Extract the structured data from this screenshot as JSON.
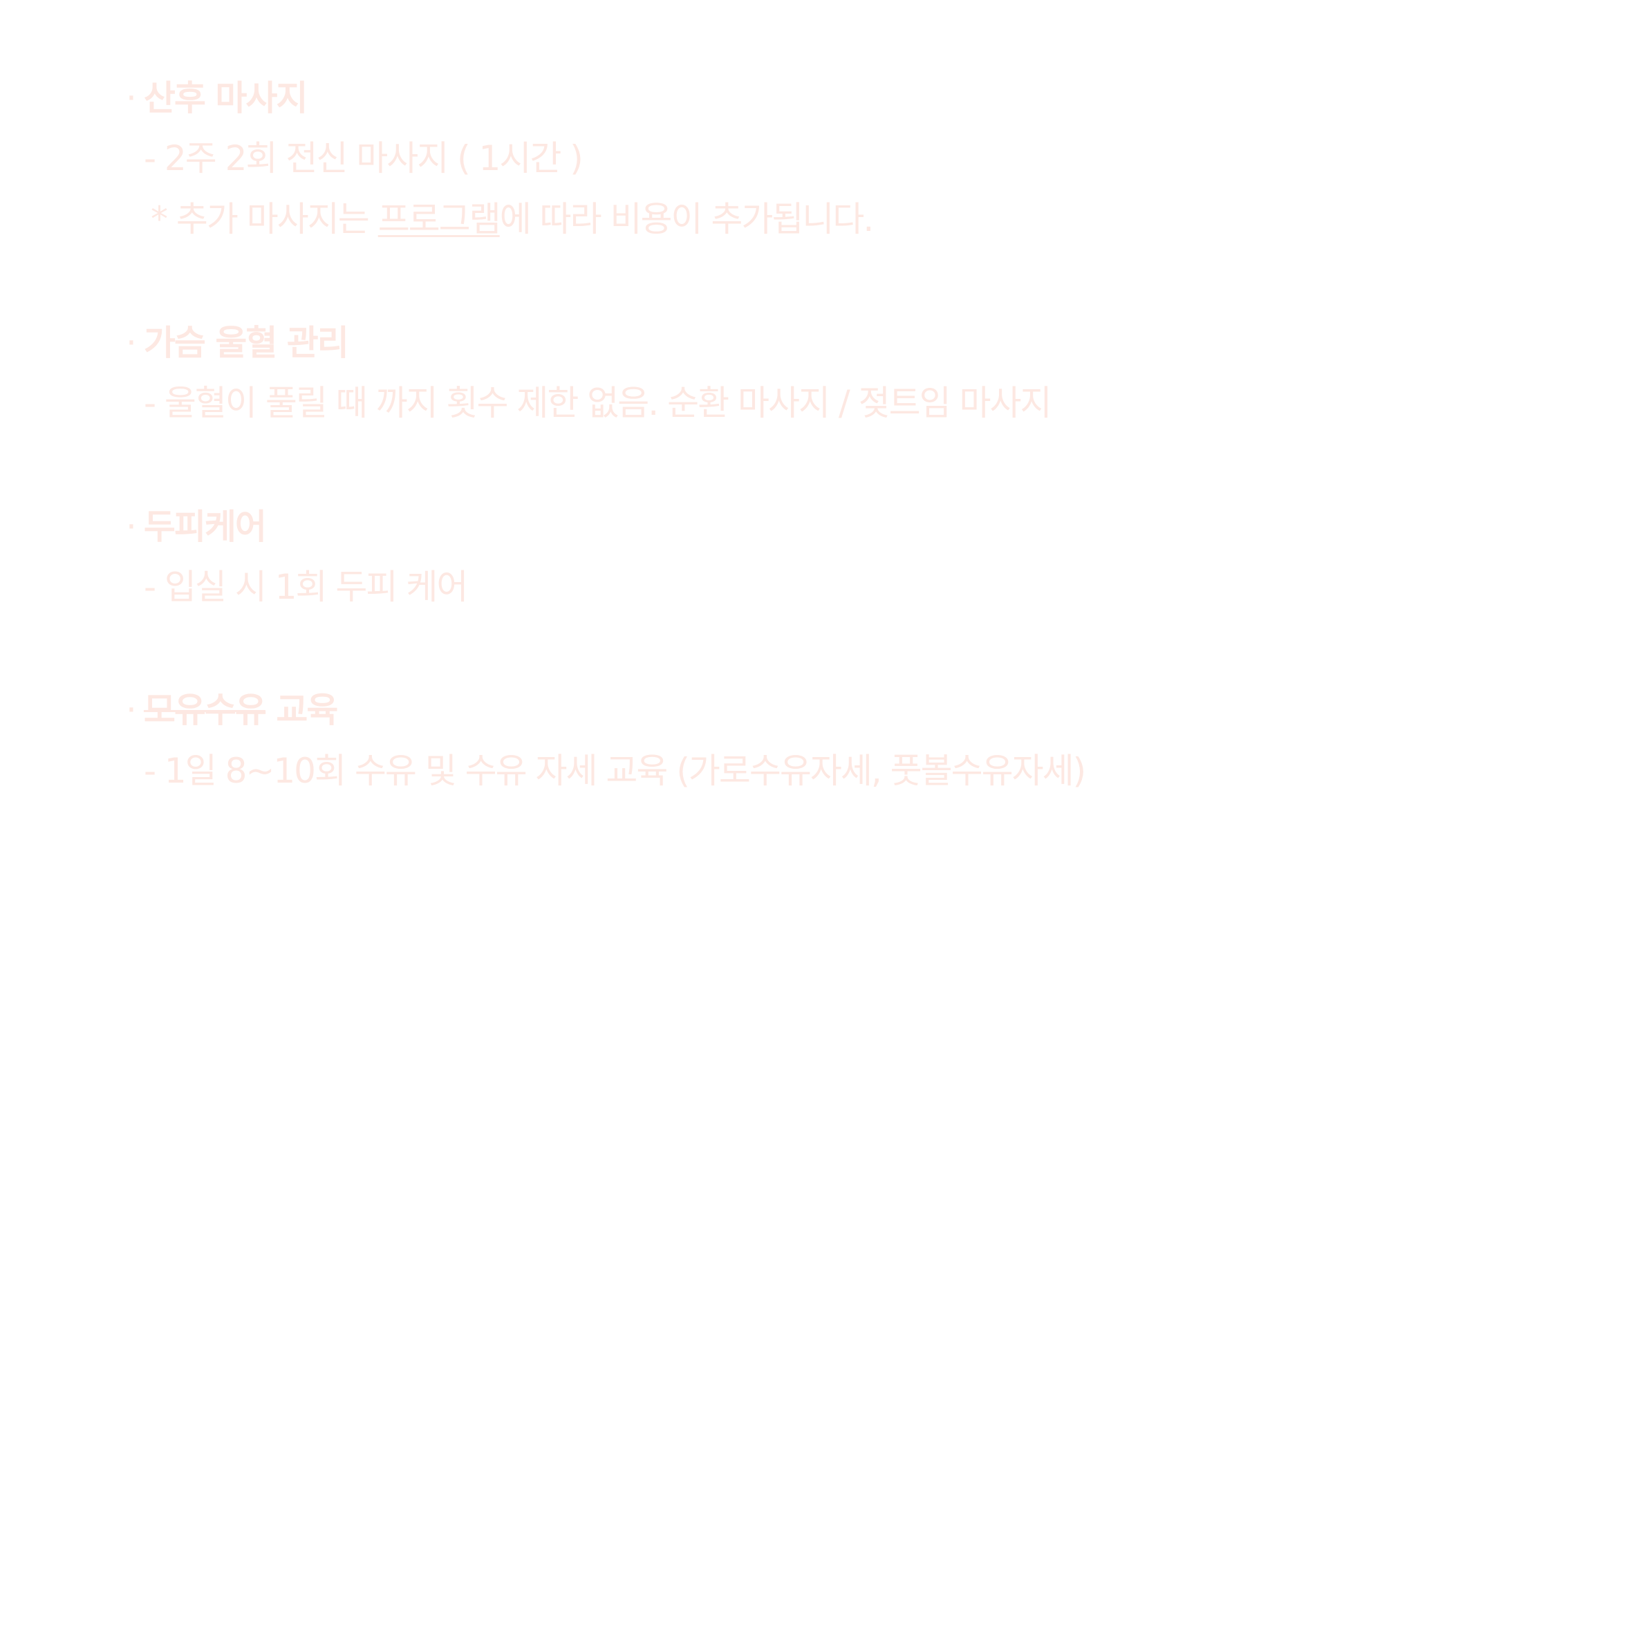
{
  "sections": [
    {
      "title": "산후 마사지",
      "bullet": "·",
      "lines": [
        "-  2주 2회 전신 마사지 ( 1시간 )"
      ],
      "note": {
        "prefix": "* 추가 마사지는 ",
        "underlined": "프로그램",
        "suffix": "에 따라 비용이 추가됩니다."
      }
    },
    {
      "title": "가슴 울혈 관리",
      "bullet": "·",
      "lines": [
        "- 울혈이 풀릴 때 까지 횟수 제한 없음. 순환 마사지 / 젖트임 마사지"
      ]
    },
    {
      "title": "두피케어",
      "bullet": "·",
      "lines": [
        "- 입실 시 1회 두피 케어"
      ]
    },
    {
      "title_struck": "모유수유",
      "title_rest": " 교육",
      "bullet": "·",
      "lines": [
        "- 1일 8~10회 수유 및 수유 자세 교육 (가로수유자세, 풋볼수유자세)"
      ]
    }
  ],
  "colors": {
    "text": "#fde8e2",
    "background": "#ffffff"
  }
}
